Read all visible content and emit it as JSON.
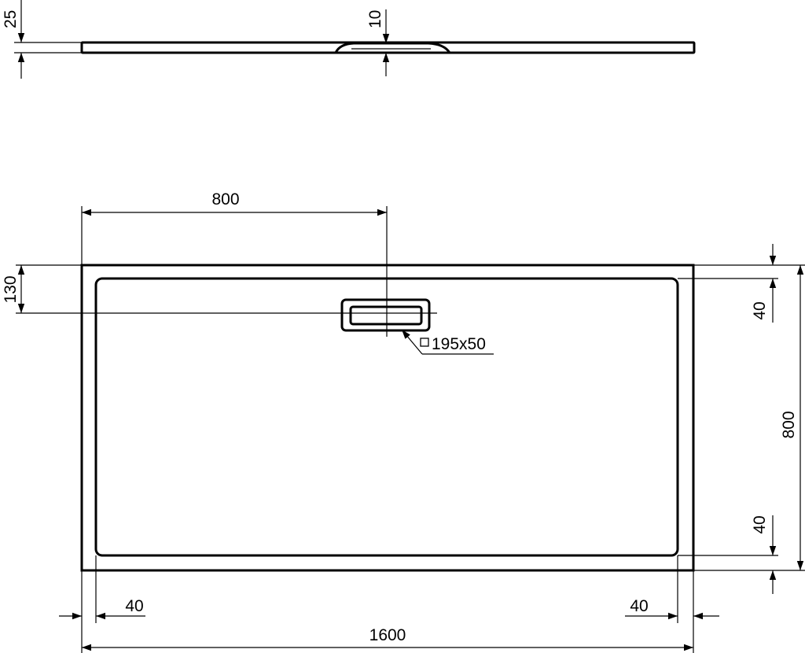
{
  "side_view": {
    "overall_height": "25",
    "drain_depth": "10"
  },
  "plan_view": {
    "drain_offset_x": "800",
    "drain_offset_y": "130",
    "drain_size": "195x50",
    "width": "1600",
    "depth": "800",
    "rim_top": "40",
    "rim_bottom": "40",
    "rim_left": "40",
    "rim_right": "40"
  }
}
